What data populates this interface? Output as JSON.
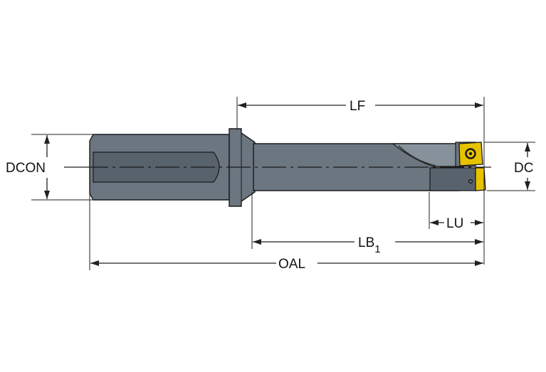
{
  "labels": {
    "dcon": "DCON",
    "dc": "DC",
    "lf": "LF",
    "lu": "LU",
    "lb": "LB",
    "lb_sub": "1",
    "oal": "OAL"
  },
  "colors": {
    "body": "#6b7681",
    "body_dark": "#58626c",
    "body_light": "#86919b",
    "insert": "#e7c200",
    "outline": "#1a1a1a",
    "dimension": "#222222"
  }
}
